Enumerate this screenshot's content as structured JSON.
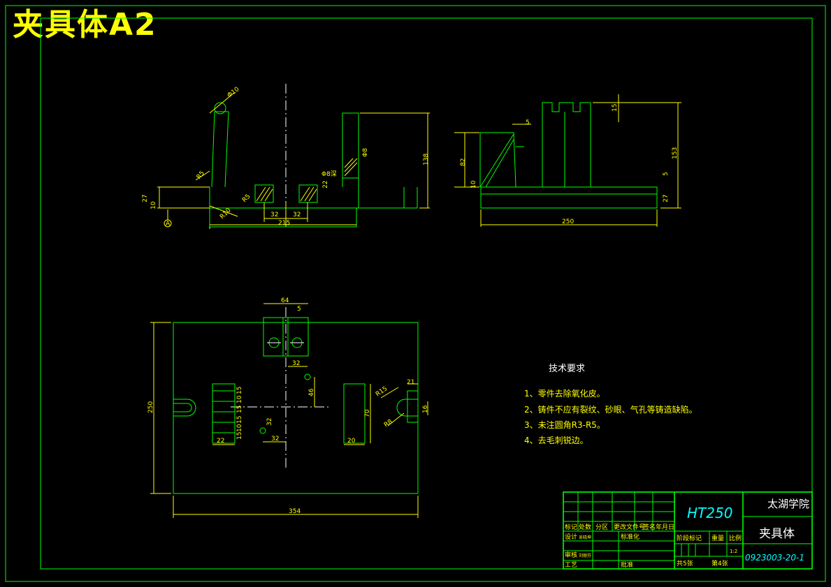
{
  "title": "夹具体A2",
  "dims": {
    "front": [
      "Φ10",
      "R5",
      "R10",
      "R5",
      "27",
      "10",
      "32",
      "32",
      "215",
      "138",
      "Φ8",
      "Φ8深",
      "22",
      "A"
    ],
    "side": [
      "5",
      "15",
      "82",
      "10",
      "153",
      "5",
      "27",
      "250"
    ],
    "top": [
      "64",
      "5",
      "32",
      "46",
      "32",
      "32",
      "15",
      "10",
      "15",
      "15",
      "10",
      "15",
      "22",
      "70",
      "20",
      "R15",
      "R8",
      "21",
      "16",
      "250",
      "354"
    ]
  },
  "tech": {
    "heading": "技术要求",
    "items": [
      "1、零件去除氧化皮。",
      "2、铸件不应有裂纹、砂眼、气孔等铸造缺陷。",
      "3、未注圆角R3-R5。",
      "4、去毛刺锐边。"
    ]
  },
  "titleblock": {
    "material": "HT250",
    "school": "太湖学院",
    "part_name": "夹具体",
    "drawing_no": "0923003-20-1",
    "row_labels": [
      "标记",
      "处数",
      "分区",
      "更改文件号",
      "签名",
      "年月日"
    ],
    "design": "设计",
    "designer": "吴晓坤",
    "standard": "标准化",
    "review": "审核",
    "reviewer": "刘丽芬",
    "process": "工艺",
    "approve": "批准",
    "stage_labels": [
      "阶段标记",
      "重量",
      "比例"
    ],
    "scale": "1:2",
    "sheets": "共5张",
    "sheet": "第4张"
  }
}
